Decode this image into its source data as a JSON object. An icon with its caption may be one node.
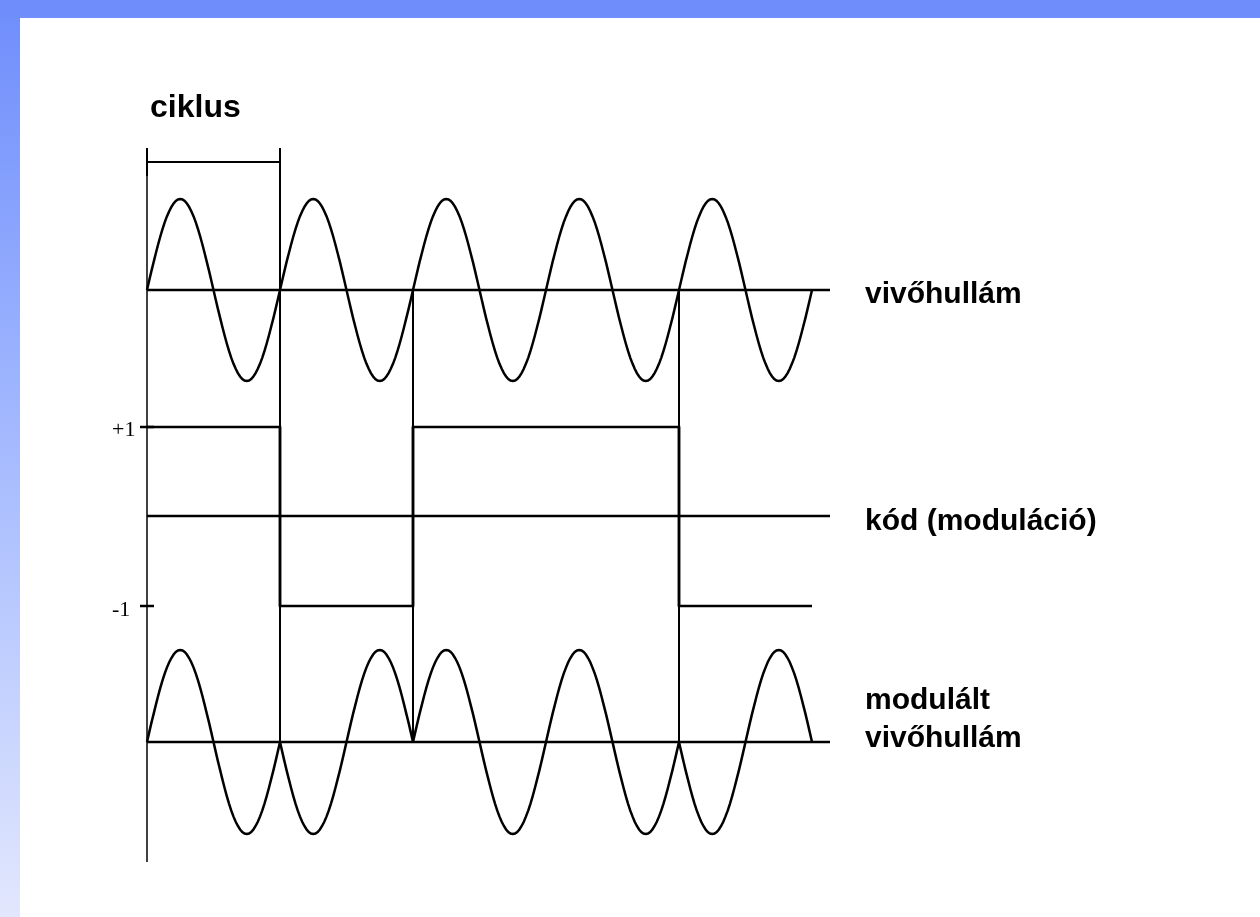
{
  "diagram": {
    "labels": [
      "ciklus",
      "vivőhullám",
      "+1",
      "kód (moduláció)",
      "-1",
      "modulált vivőhullám"
    ]
  }
}
